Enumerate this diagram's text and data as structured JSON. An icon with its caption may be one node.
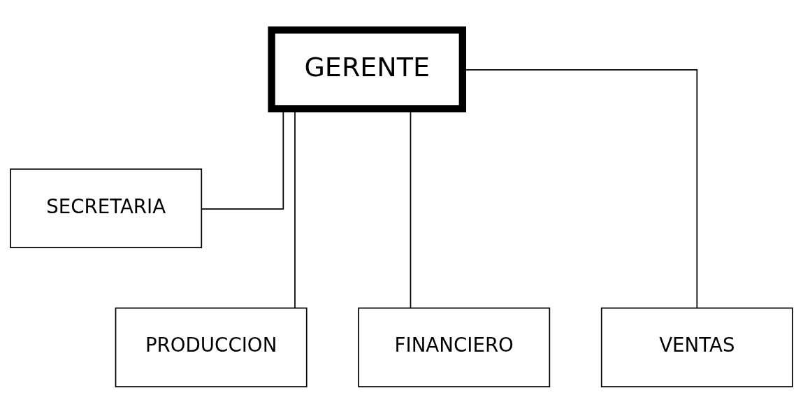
{
  "diagram": {
    "nodes": [
      {
        "text": [
          "GERENTE"
        ]
      },
      {
        "text": [
          "SECRETARIA"
        ]
      },
      {
        "text": [
          "PRODUCCION"
        ]
      },
      {
        "text": [
          "FINANCIERO"
        ]
      },
      {
        "text": [
          "VENTAS"
        ]
      }
    ],
    "edges": [
      {
        "from": 0,
        "to": 1,
        "arrow": "none"
      },
      {
        "from": 0,
        "to": 2,
        "arrow": "none"
      },
      {
        "from": 0,
        "to": 3,
        "arrow": "none"
      },
      {
        "from": 0,
        "to": 4,
        "arrow": "none"
      }
    ]
  }
}
